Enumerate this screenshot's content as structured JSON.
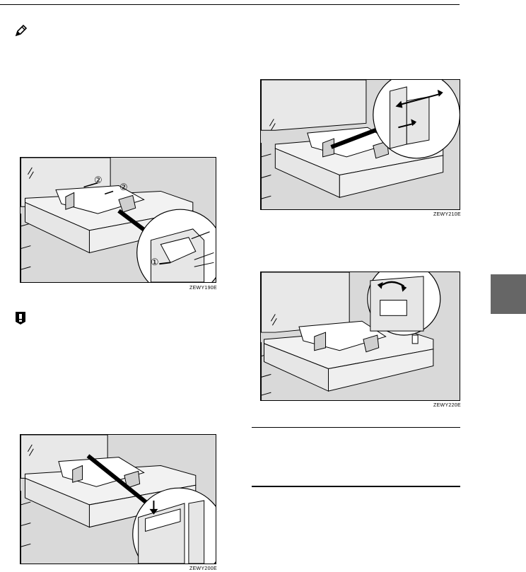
{
  "figures": [
    {
      "id": "fig1",
      "code": "ZEWY190E",
      "callout1": "①",
      "callout2a": "②",
      "callout2b": "②"
    },
    {
      "id": "fig2",
      "code": "ZEWY200E"
    },
    {
      "id": "fig3",
      "code": "ZEWY210E"
    },
    {
      "id": "fig4",
      "code": "ZEWY220E"
    }
  ],
  "icons": {
    "note": "pencil-icon",
    "important": "important-icon"
  },
  "colors": {
    "figure_bg": "#d9d9d9",
    "section_tab": "#666666"
  }
}
